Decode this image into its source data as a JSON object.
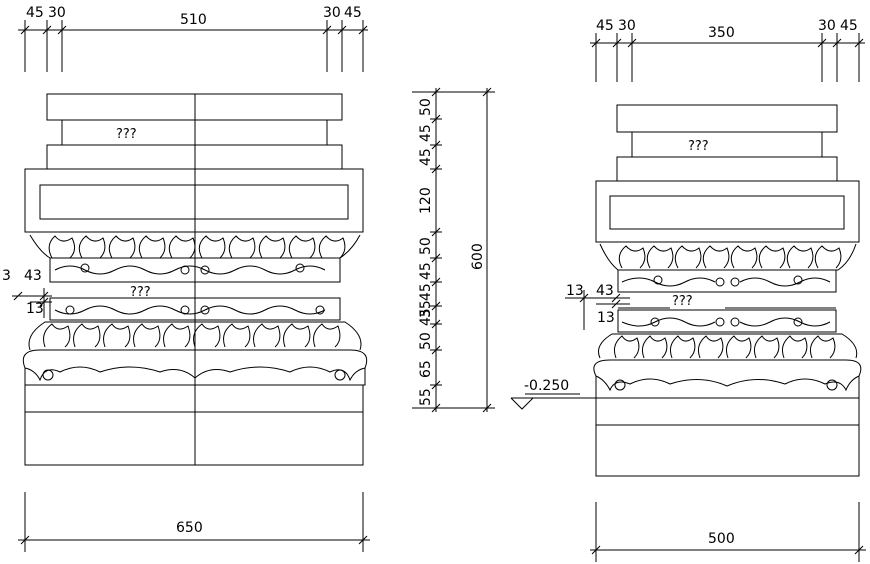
{
  "left_drawing": {
    "top_dims": [
      "45",
      "30",
      "510",
      "30",
      "45"
    ],
    "bottom_dim": "650",
    "side_dims": [
      "3",
      "43",
      "13"
    ],
    "label_upper": "???",
    "label_lower": "???"
  },
  "vertical_dims": {
    "segments": [
      "50",
      "45",
      "45",
      "120",
      "50",
      "45",
      "45",
      "35",
      "45",
      "50",
      "65",
      "55"
    ],
    "total": "600"
  },
  "right_drawing": {
    "top_dims": [
      "45",
      "30",
      "350",
      "30",
      "45"
    ],
    "bottom_dim": "500",
    "side_dims": [
      "13",
      "43",
      "13"
    ],
    "level": "-0.250",
    "label_upper": "???",
    "label_lower": "???"
  }
}
